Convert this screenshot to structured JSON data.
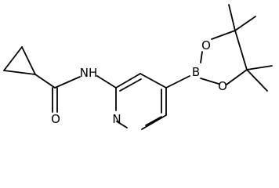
{
  "molecule": {
    "atoms": {
      "nh": "NH",
      "b": "B",
      "o_top": "O",
      "o_bottom": "O",
      "o_carbonyl": "O",
      "n_pyridine": "N"
    }
  },
  "colors": {
    "bond": "#000000",
    "label": "#000000",
    "background": "#ffffff"
  }
}
